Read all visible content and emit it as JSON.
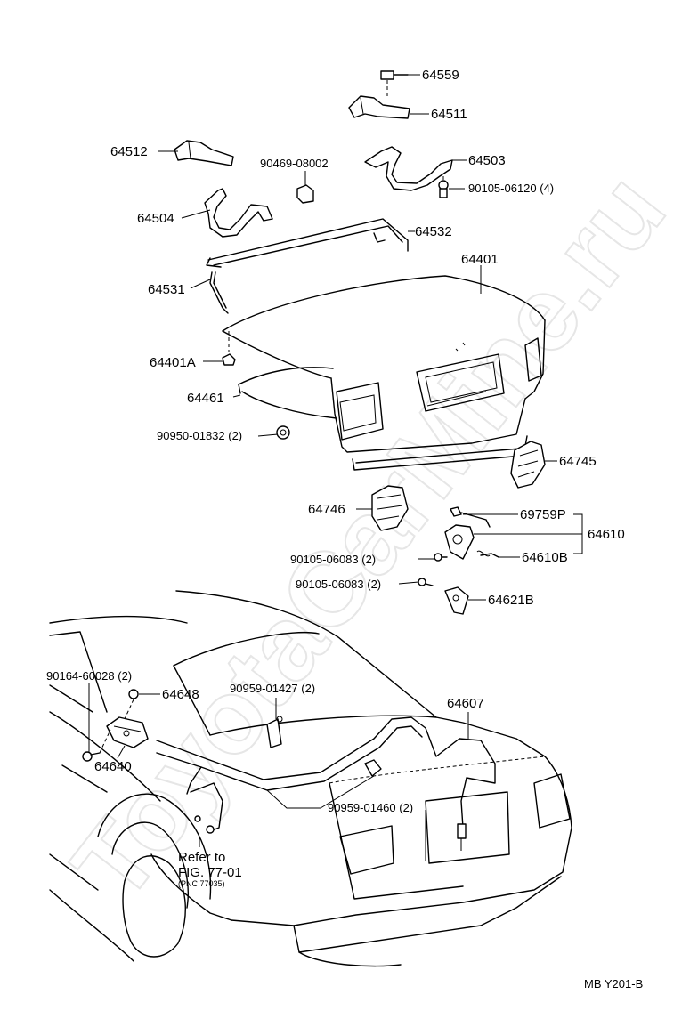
{
  "watermark": "ToyotaCarMine.ru",
  "labels": {
    "p64559": "64559",
    "p64511": "64511",
    "p64512": "64512",
    "p90469": "90469-08002",
    "p64503": "64503",
    "p90105a": "90105-06120 (4)",
    "p64504": "64504",
    "p64532": "64532",
    "p64401": "64401",
    "p64531": "64531",
    "p64401A": "64401A",
    "p64461": "64461",
    "p90950": "90950-01832 (2)",
    "p64745": "64745",
    "p64746": "64746",
    "p69759P": "69759P",
    "p64610": "64610",
    "p90105b": "90105-06083 (2)",
    "p64610B": "64610B",
    "p90105c": "90105-06083 (2)",
    "p64621B": "64621B",
    "p90164": "90164-60028 (2)",
    "p64648": "64648",
    "p90959a": "90959-01427 (2)",
    "p64607": "64607",
    "p64640": "64640",
    "p90959b": "90959-01460 (2)",
    "refer1": "Refer to",
    "refer2": "FIG. 77-01",
    "refer3": "(PNC 77035)"
  },
  "code": "MB Y201-B"
}
